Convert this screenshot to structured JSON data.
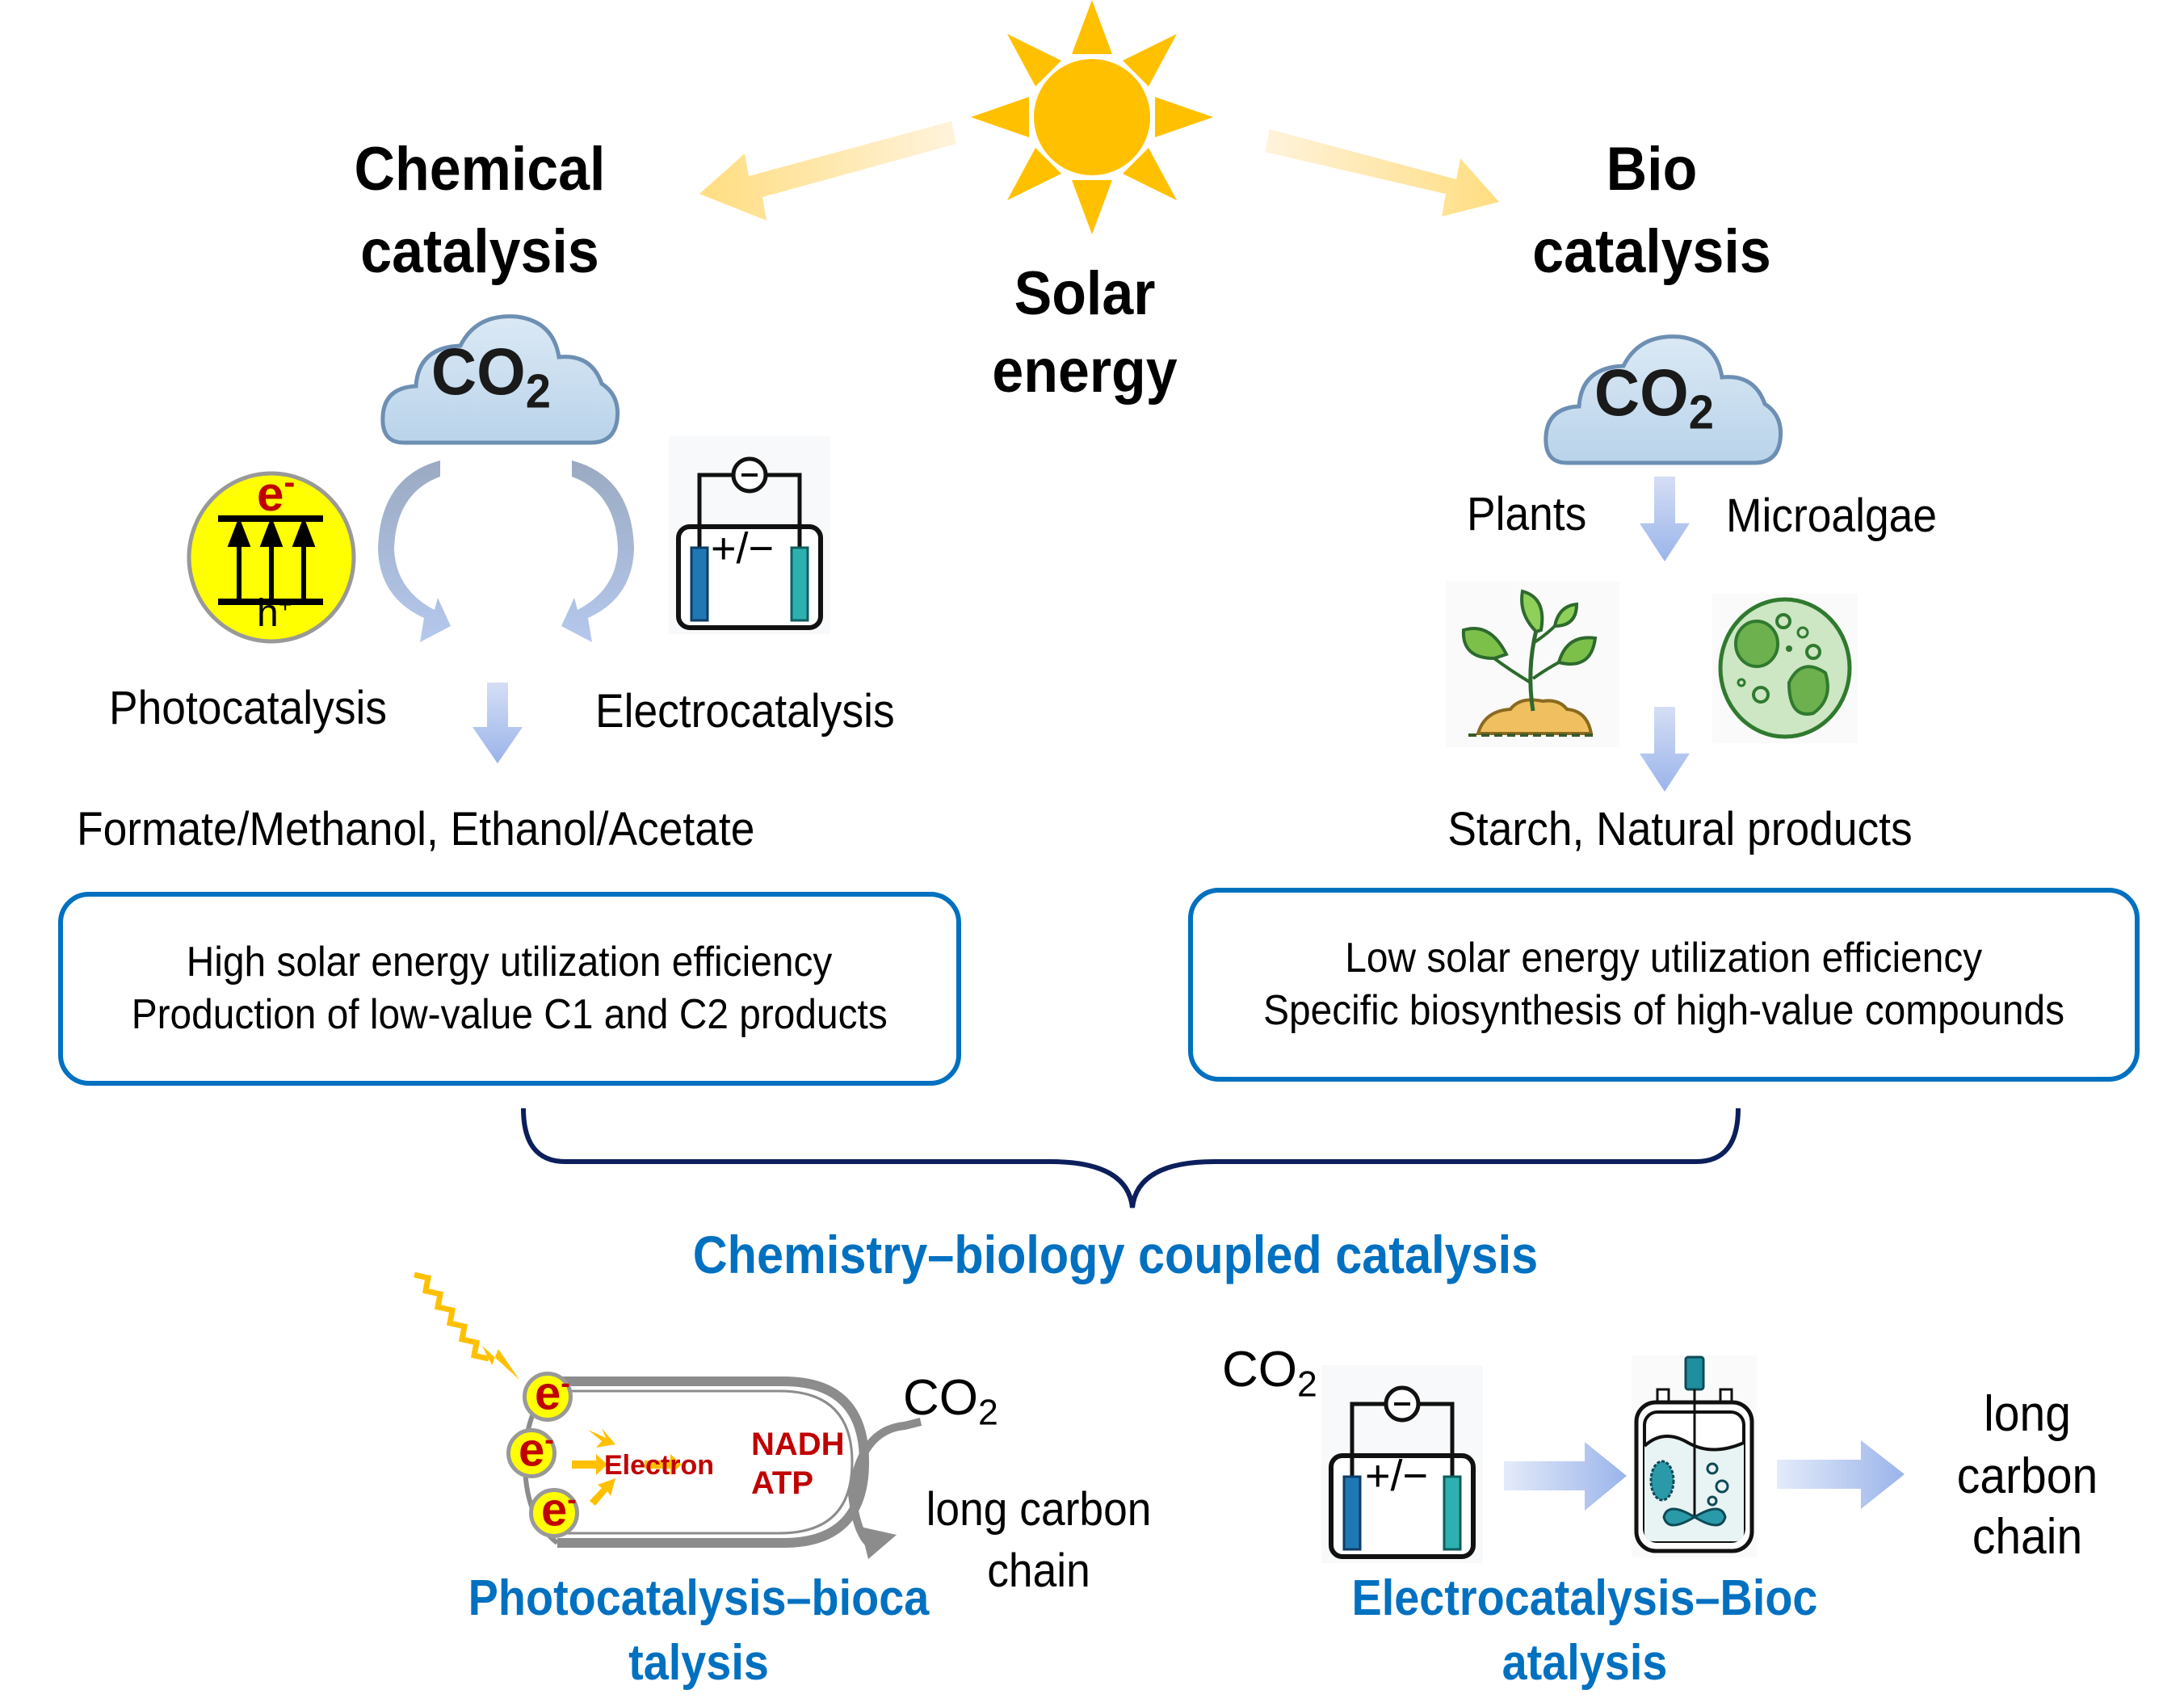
{
  "center": {
    "title_line1": "Solar",
    "title_line2": "energy",
    "sun_icon": "sun-icon"
  },
  "left": {
    "heading_line1": "Chemical",
    "heading_line2": "catalysis",
    "cloud_text": "CO",
    "cloud_sub": "2",
    "photo_icon": {
      "top": "e",
      "top_sup": "-",
      "bottom": "h",
      "bottom_sup": "+"
    },
    "cell_symbol": "+/−",
    "photocatalysis_label": "Photocatalysis",
    "electrocatalysis_label": "Electrocatalysis",
    "products": "Formate/Methanol, Ethanol/Acetate",
    "box_lines": [
      "High solar energy utilization efficiency",
      "Production of low-value C1 and C2 products"
    ]
  },
  "right": {
    "heading_line1": "Bio",
    "heading_line2": "catalysis",
    "cloud_text": "CO",
    "cloud_sub": "2",
    "plants_label": "Plants",
    "microalgae_label": "Microalgae",
    "products": "Starch, Natural products",
    "box_lines": [
      "Low solar energy utilization efficiency",
      "Specific biosynthesis of high-value compounds"
    ]
  },
  "coupled": {
    "title": "Chemistry–biology coupled catalysis",
    "photo_bio": {
      "electron_sign": "e",
      "electron_sup": "-",
      "electron_label": "Electron",
      "energy_line1": "NADH",
      "energy_line2": "ATP",
      "co2_text": "CO",
      "co2_sub": "2",
      "product_line1": "long carbon",
      "product_line2": "chain",
      "caption_line1": "Photocatalysis–bioca",
      "caption_line2": "talysis"
    },
    "electro_bio": {
      "co2_text": "CO",
      "co2_sub": "2",
      "cell_symbol": "+/−",
      "product_line1": "long",
      "product_line2": "carbon",
      "product_line3": "chain",
      "caption_line1": "Electrocatalysis–Bioc",
      "caption_line2": "atalysis"
    }
  },
  "colors": {
    "sun": "#ffc000",
    "accent_blue": "#0070c0",
    "brace": "#0c1f5c",
    "arrow_blue": "#a9c0ec",
    "electron_red": "#c00000",
    "photo_yellow": "#ffff00"
  }
}
